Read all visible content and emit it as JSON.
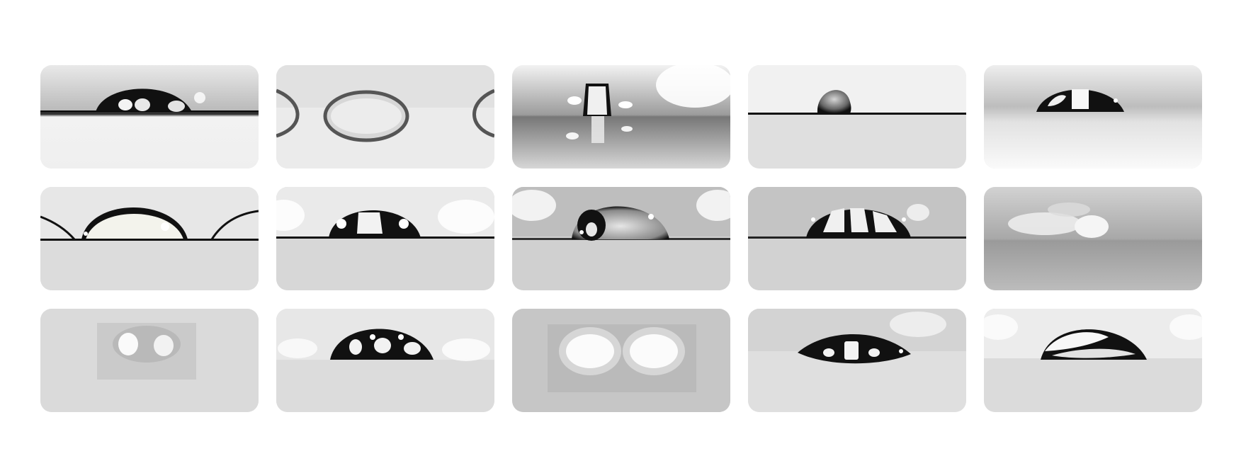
{
  "gallery": {
    "rows": 3,
    "columns": 5,
    "tiles": [
      {
        "id": "r1c1",
        "kind": "sessile-droplet",
        "tone": "dark"
      },
      {
        "id": "r1c2",
        "kind": "lens-droplet",
        "tone": "light"
      },
      {
        "id": "r1c3",
        "kind": "pillar-droplet",
        "tone": "dark"
      },
      {
        "id": "r1c4",
        "kind": "small-round-droplet",
        "tone": "dark"
      },
      {
        "id": "r1c5",
        "kind": "flat-droplet",
        "tone": "dark"
      },
      {
        "id": "r2c1",
        "kind": "wide-bright-droplet",
        "tone": "light"
      },
      {
        "id": "r2c2",
        "kind": "sessile-droplet",
        "tone": "dark"
      },
      {
        "id": "r2c3",
        "kind": "reflective-droplet",
        "tone": "mixed"
      },
      {
        "id": "r2c4",
        "kind": "segmented-droplet",
        "tone": "dark"
      },
      {
        "id": "r2c5",
        "kind": "faint-droplet",
        "tone": "light"
      },
      {
        "id": "r3c1",
        "kind": "blurred-droplet",
        "tone": "light"
      },
      {
        "id": "r3c2",
        "kind": "sessile-droplet",
        "tone": "dark"
      },
      {
        "id": "r3c3",
        "kind": "double-highlight-droplet",
        "tone": "light"
      },
      {
        "id": "r3c4",
        "kind": "lens-droplet",
        "tone": "dark"
      },
      {
        "id": "r3c5",
        "kind": "crescent-droplet",
        "tone": "mixed"
      }
    ]
  }
}
